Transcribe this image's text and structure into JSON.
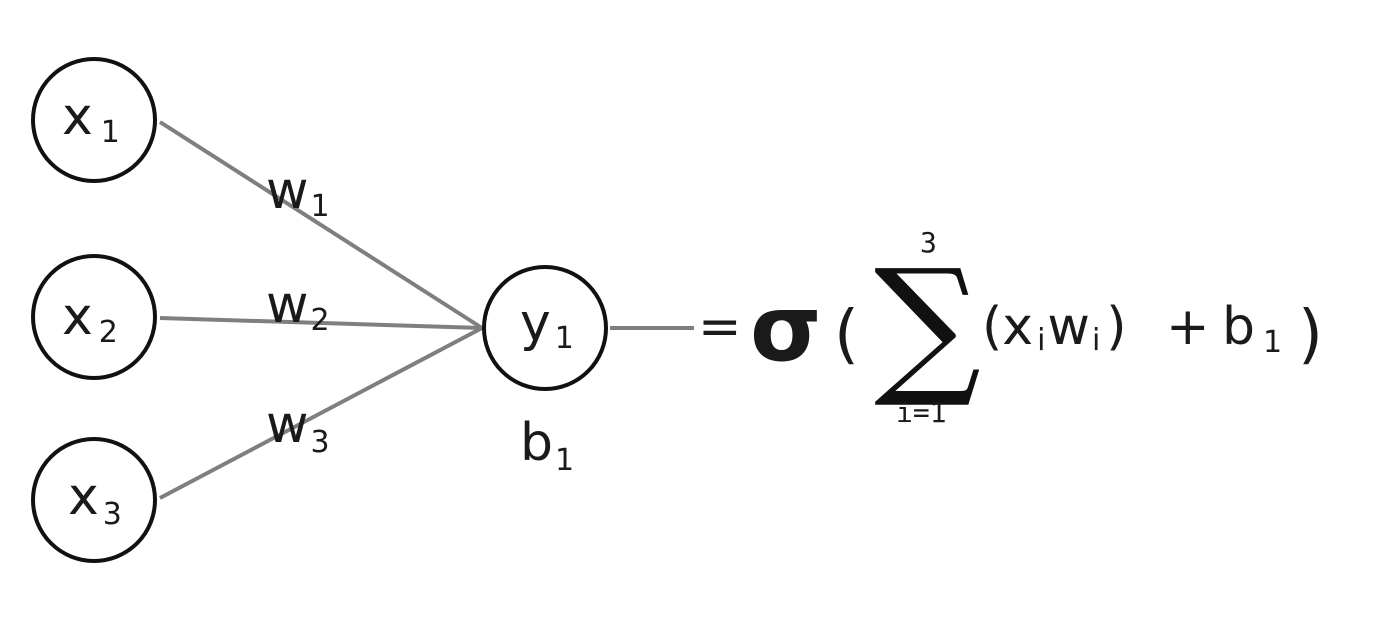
{
  "inputs": [
    {
      "base": "x",
      "sub": "1"
    },
    {
      "base": "x",
      "sub": "2"
    },
    {
      "base": "x",
      "sub": "3"
    }
  ],
  "weights": [
    {
      "base": "w",
      "sub": "1"
    },
    {
      "base": "w",
      "sub": "2"
    },
    {
      "base": "w",
      "sub": "3"
    }
  ],
  "output": {
    "base": "y",
    "sub": "1"
  },
  "bias": {
    "base": "b",
    "sub": "1"
  },
  "formula": {
    "equals": "=",
    "activation": "σ",
    "open_paren": "(",
    "sum_symbol": "∑",
    "sum_upper": "3",
    "sum_lower": "i=1",
    "term_open": "(",
    "term_x": "x",
    "term_x_sub": "i",
    "term_w": "w",
    "term_w_sub": "i",
    "term_close": ")",
    "plus": "+",
    "bias_base": "b",
    "bias_sub": "1",
    "close_paren": ")"
  },
  "colors": {
    "edge": "#7f7f7f",
    "node_stroke": "#111111",
    "text": "#1a1a1a"
  }
}
